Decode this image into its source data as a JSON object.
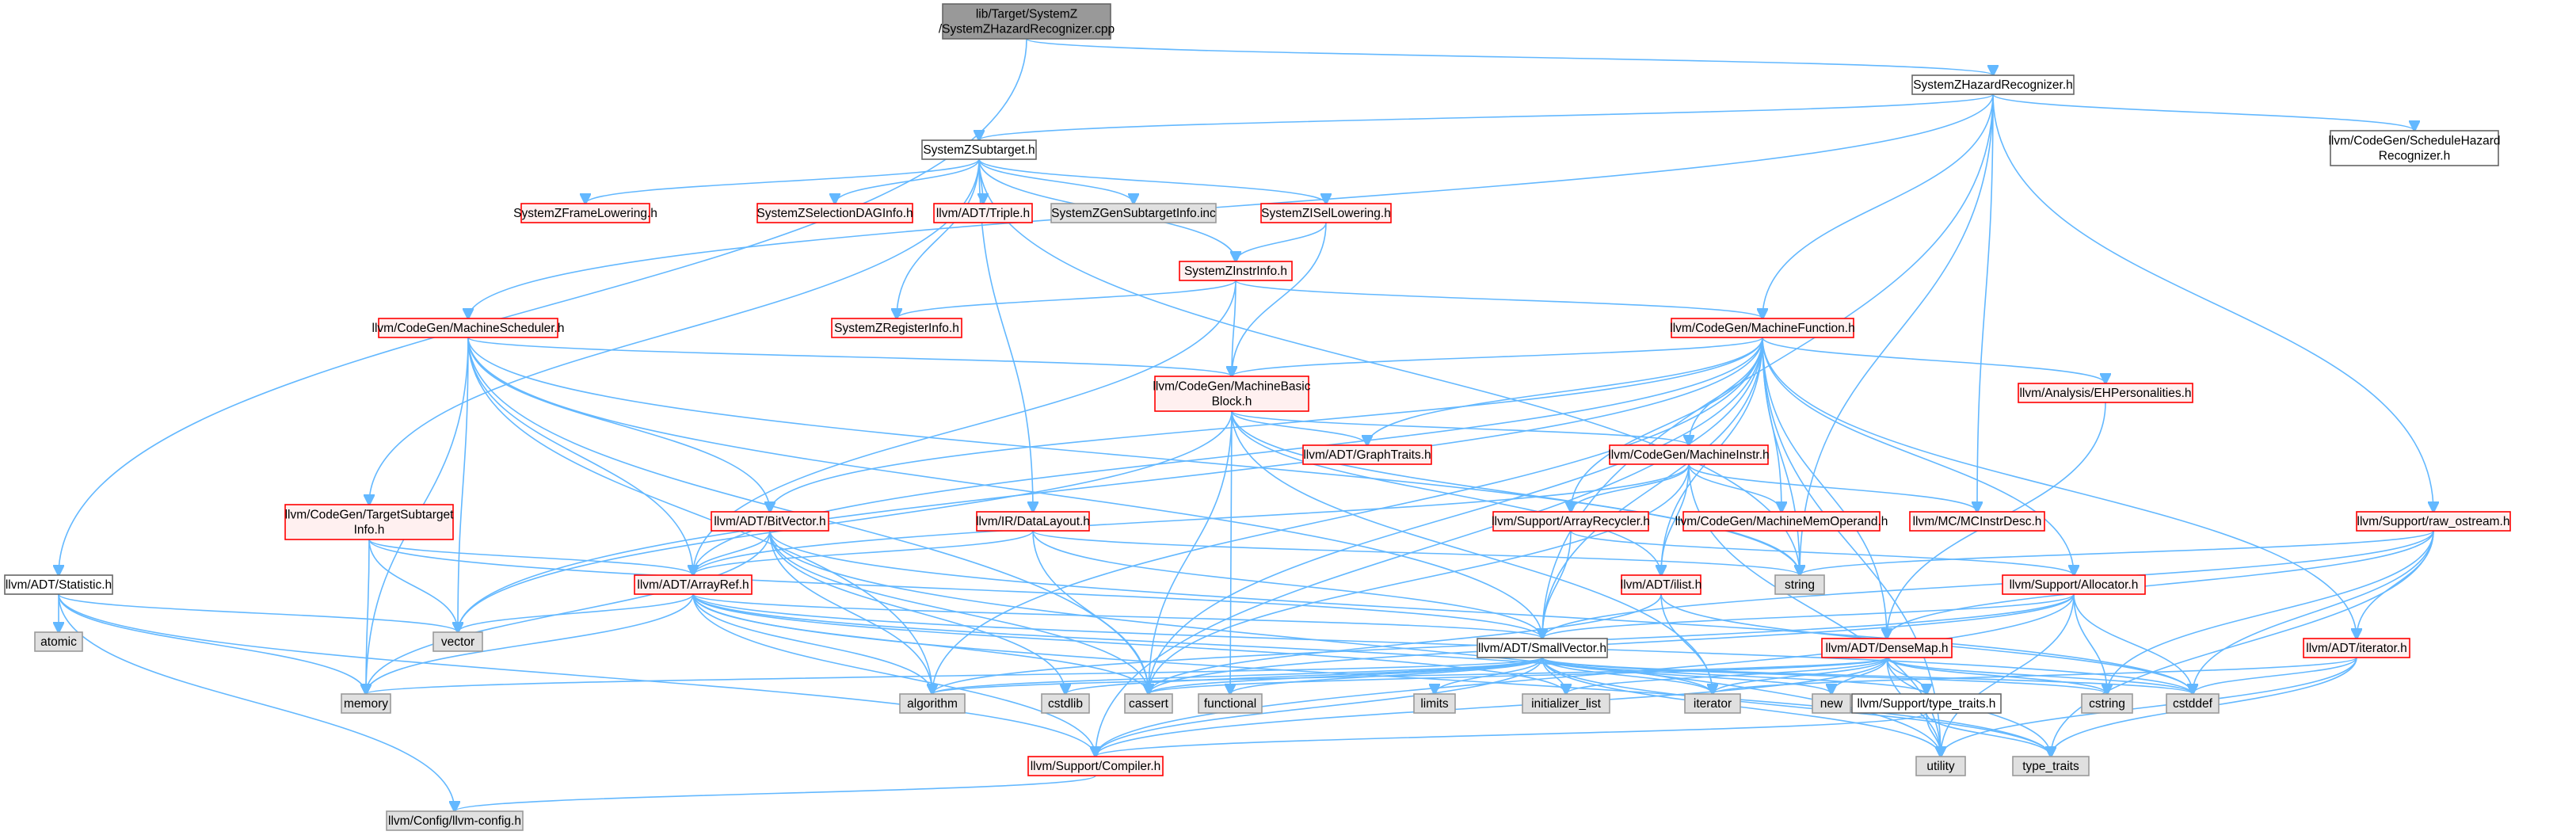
{
  "colors": {
    "edge": "#63b8ff",
    "root_fill": "#999999",
    "normal_fill": "#ffffff",
    "normal_stroke": "#666666",
    "red_fill": "#fff0f0",
    "red_stroke": "#ff0000",
    "system_fill": "#e0e0e0",
    "system_stroke": "#999999",
    "text": "#000000"
  },
  "nodes": [
    {
      "id": "root",
      "style": "root",
      "lines": [
        "lib/Target/SystemZ",
        "/SystemZHazardRecognizer.cpp"
      ]
    },
    {
      "id": "hazard_h",
      "style": "normal",
      "lines": [
        "SystemZHazardRecognizer.h"
      ]
    },
    {
      "id": "statistic",
      "style": "normal",
      "lines": [
        "llvm/ADT/Statistic.h"
      ]
    },
    {
      "id": "subtarget",
      "style": "normal",
      "lines": [
        "SystemZSubtarget.h"
      ]
    },
    {
      "id": "sched_hazard",
      "style": "normal",
      "lines": [
        "llvm/CodeGen/ScheduleHazard",
        "Recognizer.h"
      ]
    },
    {
      "id": "framelowering",
      "style": "red",
      "lines": [
        "SystemZFrameLowering.h"
      ]
    },
    {
      "id": "seldag",
      "style": "red",
      "lines": [
        "SystemZSelectionDAGInfo.h"
      ]
    },
    {
      "id": "triple",
      "style": "red",
      "lines": [
        "llvm/ADT/Triple.h"
      ]
    },
    {
      "id": "gensubtarget",
      "style": "system",
      "lines": [
        "SystemZGenSubtargetInfo.inc"
      ]
    },
    {
      "id": "isellowering",
      "style": "red",
      "lines": [
        "SystemZISelLowering.h"
      ]
    },
    {
      "id": "instrinfo",
      "style": "red",
      "lines": [
        "SystemZInstrInfo.h"
      ]
    },
    {
      "id": "registerinfo",
      "style": "red",
      "lines": [
        "SystemZRegisterInfo.h"
      ]
    },
    {
      "id": "machinesched",
      "style": "red",
      "lines": [
        "llvm/CodeGen/MachineScheduler.h"
      ]
    },
    {
      "id": "machinefunc",
      "style": "red",
      "lines": [
        "llvm/CodeGen/MachineFunction.h"
      ]
    },
    {
      "id": "mbb",
      "style": "red",
      "lines": [
        "llvm/CodeGen/MachineBasic",
        "Block.h"
      ]
    },
    {
      "id": "ehpers",
      "style": "red",
      "lines": [
        "llvm/Analysis/EHPersonalities.h"
      ]
    },
    {
      "id": "graphtraits",
      "style": "red",
      "lines": [
        "llvm/ADT/GraphTraits.h"
      ]
    },
    {
      "id": "machineinstr",
      "style": "red",
      "lines": [
        "llvm/CodeGen/MachineInstr.h"
      ]
    },
    {
      "id": "tsi",
      "style": "red",
      "lines": [
        "llvm/CodeGen/TargetSubtarget",
        "Info.h"
      ]
    },
    {
      "id": "bitvector",
      "style": "red",
      "lines": [
        "llvm/ADT/BitVector.h"
      ]
    },
    {
      "id": "datalayout",
      "style": "red",
      "lines": [
        "llvm/IR/DataLayout.h"
      ]
    },
    {
      "id": "arrayrecycler",
      "style": "red",
      "lines": [
        "llvm/Support/ArrayRecycler.h"
      ]
    },
    {
      "id": "memoperand",
      "style": "red",
      "lines": [
        "llvm/CodeGen/MachineMemOperand.h"
      ]
    },
    {
      "id": "mcinstrdesc",
      "style": "red",
      "lines": [
        "llvm/MC/MCInstrDesc.h"
      ]
    },
    {
      "id": "raw_ostream",
      "style": "red",
      "lines": [
        "llvm/Support/raw_ostream.h"
      ]
    },
    {
      "id": "arrayref",
      "style": "red",
      "lines": [
        "llvm/ADT/ArrayRef.h"
      ]
    },
    {
      "id": "ilist",
      "style": "red",
      "lines": [
        "llvm/ADT/ilist.h"
      ]
    },
    {
      "id": "string",
      "style": "system",
      "lines": [
        "string"
      ]
    },
    {
      "id": "allocator",
      "style": "red",
      "lines": [
        "llvm/Support/Allocator.h"
      ]
    },
    {
      "id": "atomic",
      "style": "system",
      "lines": [
        "atomic"
      ]
    },
    {
      "id": "vector",
      "style": "system",
      "lines": [
        "vector"
      ]
    },
    {
      "id": "smallvector",
      "style": "normal",
      "lines": [
        "llvm/ADT/SmallVector.h"
      ]
    },
    {
      "id": "densemap",
      "style": "red",
      "lines": [
        "llvm/ADT/DenseMap.h"
      ]
    },
    {
      "id": "iterator_h",
      "style": "red",
      "lines": [
        "llvm/ADT/iterator.h"
      ]
    },
    {
      "id": "memory",
      "style": "system",
      "lines": [
        "memory"
      ]
    },
    {
      "id": "algorithm",
      "style": "system",
      "lines": [
        "algorithm"
      ]
    },
    {
      "id": "cstdlib",
      "style": "system",
      "lines": [
        "cstdlib"
      ]
    },
    {
      "id": "cassert",
      "style": "system",
      "lines": [
        "cassert"
      ]
    },
    {
      "id": "functional",
      "style": "system",
      "lines": [
        "functional"
      ]
    },
    {
      "id": "limits",
      "style": "system",
      "lines": [
        "limits"
      ]
    },
    {
      "id": "init_list",
      "style": "system",
      "lines": [
        "initializer_list"
      ]
    },
    {
      "id": "iterator",
      "style": "system",
      "lines": [
        "iterator"
      ]
    },
    {
      "id": "new",
      "style": "system",
      "lines": [
        "new"
      ]
    },
    {
      "id": "type_traits_h",
      "style": "normal",
      "lines": [
        "llvm/Support/type_traits.h"
      ]
    },
    {
      "id": "cstring",
      "style": "system",
      "lines": [
        "cstring"
      ]
    },
    {
      "id": "cstddef",
      "style": "system",
      "lines": [
        "cstddef"
      ]
    },
    {
      "id": "compiler",
      "style": "red",
      "lines": [
        "llvm/Support/Compiler.h"
      ]
    },
    {
      "id": "utility",
      "style": "system",
      "lines": [
        "utility"
      ]
    },
    {
      "id": "type_traits",
      "style": "system",
      "lines": [
        "type_traits"
      ]
    },
    {
      "id": "llvm_config",
      "style": "system",
      "lines": [
        "llvm/Config/llvm-config.h"
      ]
    }
  ],
  "edges": [
    [
      "root",
      "hazard_h"
    ],
    [
      "root",
      "statistic"
    ],
    [
      "hazard_h",
      "subtarget"
    ],
    [
      "hazard_h",
      "sched_hazard"
    ],
    [
      "hazard_h",
      "machinesched"
    ],
    [
      "hazard_h",
      "machinefunc"
    ],
    [
      "hazard_h",
      "mcinstrdesc"
    ],
    [
      "hazard_h",
      "raw_ostream"
    ],
    [
      "hazard_h",
      "string"
    ],
    [
      "hazard_h",
      "smallvector"
    ],
    [
      "statistic",
      "atomic"
    ],
    [
      "statistic",
      "vector"
    ],
    [
      "statistic",
      "memory"
    ],
    [
      "statistic",
      "compiler"
    ],
    [
      "statistic",
      "llvm_config"
    ],
    [
      "subtarget",
      "framelowering"
    ],
    [
      "subtarget",
      "seldag"
    ],
    [
      "subtarget",
      "triple"
    ],
    [
      "subtarget",
      "gensubtarget"
    ],
    [
      "subtarget",
      "isellowering"
    ],
    [
      "subtarget",
      "instrinfo"
    ],
    [
      "subtarget",
      "registerinfo"
    ],
    [
      "subtarget",
      "tsi"
    ],
    [
      "subtarget",
      "datalayout"
    ],
    [
      "subtarget",
      "string"
    ],
    [
      "isellowering",
      "instrinfo"
    ],
    [
      "isellowering",
      "mbb"
    ],
    [
      "instrinfo",
      "registerinfo"
    ],
    [
      "instrinfo",
      "machinefunc"
    ],
    [
      "instrinfo",
      "mbb"
    ],
    [
      "instrinfo",
      "arrayref"
    ],
    [
      "machinesched",
      "mbb"
    ],
    [
      "machinesched",
      "arrayref"
    ],
    [
      "machinesched",
      "bitvector"
    ],
    [
      "machinesched",
      "smallvector"
    ],
    [
      "machinesched",
      "vector"
    ],
    [
      "machinesched",
      "memory"
    ],
    [
      "machinesched",
      "cassert"
    ],
    [
      "machinesched",
      "algorithm"
    ],
    [
      "machinesched",
      "string"
    ],
    [
      "machinefunc",
      "mbb"
    ],
    [
      "machinefunc",
      "ehpers"
    ],
    [
      "machinefunc",
      "graphtraits"
    ],
    [
      "machinefunc",
      "machineinstr"
    ],
    [
      "machinefunc",
      "bitvector"
    ],
    [
      "machinefunc",
      "arrayrecycler"
    ],
    [
      "machinefunc",
      "memoperand"
    ],
    [
      "machinefunc",
      "ilist"
    ],
    [
      "machinefunc",
      "allocator"
    ],
    [
      "machinefunc",
      "smallvector"
    ],
    [
      "machinefunc",
      "densemap"
    ],
    [
      "machinefunc",
      "iterator_h"
    ],
    [
      "machinefunc",
      "compiler"
    ],
    [
      "machinefunc",
      "vector"
    ],
    [
      "machinefunc",
      "cassert"
    ],
    [
      "machinefunc",
      "algorithm"
    ],
    [
      "machinefunc",
      "utility"
    ],
    [
      "machinefunc",
      "string"
    ],
    [
      "machinefunc",
      "arrayref"
    ],
    [
      "mbb",
      "graphtraits"
    ],
    [
      "mbb",
      "machineinstr"
    ],
    [
      "mbb",
      "ilist"
    ],
    [
      "mbb",
      "vector"
    ],
    [
      "mbb",
      "cassert"
    ],
    [
      "mbb",
      "functional"
    ],
    [
      "mbb",
      "iterator"
    ],
    [
      "mbb",
      "string"
    ],
    [
      "ehpers",
      "densemap"
    ],
    [
      "machineinstr",
      "arrayrecycler"
    ],
    [
      "machineinstr",
      "memoperand"
    ],
    [
      "machineinstr",
      "mcinstrdesc"
    ],
    [
      "machineinstr",
      "ilist"
    ],
    [
      "machineinstr",
      "cassert"
    ],
    [
      "machineinstr",
      "utility"
    ],
    [
      "machineinstr",
      "arrayref"
    ],
    [
      "tsi",
      "arrayref"
    ],
    [
      "tsi",
      "smallvector"
    ],
    [
      "tsi",
      "vector"
    ],
    [
      "tsi",
      "memory"
    ],
    [
      "bitvector",
      "arrayref"
    ],
    [
      "bitvector",
      "algorithm"
    ],
    [
      "bitvector",
      "cassert"
    ],
    [
      "bitvector",
      "cstdlib"
    ],
    [
      "bitvector",
      "utility"
    ],
    [
      "bitvector",
      "memory"
    ],
    [
      "bitvector",
      "cstddef"
    ],
    [
      "datalayout",
      "arrayref"
    ],
    [
      "datalayout",
      "smallvector"
    ],
    [
      "datalayout",
      "string"
    ],
    [
      "datalayout",
      "cassert"
    ],
    [
      "arrayrecycler",
      "smallvector"
    ],
    [
      "arrayrecycler",
      "allocator"
    ],
    [
      "raw_ostream",
      "string"
    ],
    [
      "raw_ostream",
      "smallvector"
    ],
    [
      "raw_ostream",
      "cstddef"
    ],
    [
      "raw_ostream",
      "cstring"
    ],
    [
      "raw_ostream",
      "type_traits"
    ],
    [
      "raw_ostream",
      "iterator_h"
    ],
    [
      "raw_ostream",
      "densemap"
    ],
    [
      "arrayref",
      "vector"
    ],
    [
      "arrayref",
      "smallvector"
    ],
    [
      "arrayref",
      "memory"
    ],
    [
      "arrayref",
      "algorithm"
    ],
    [
      "arrayref",
      "cassert"
    ],
    [
      "arrayref",
      "cstddef"
    ],
    [
      "arrayref",
      "init_list"
    ],
    [
      "arrayref",
      "iterator"
    ],
    [
      "arrayref",
      "type_traits"
    ],
    [
      "arrayref",
      "compiler"
    ],
    [
      "ilist",
      "iterator"
    ],
    [
      "ilist",
      "cassert"
    ],
    [
      "ilist",
      "cstddef"
    ],
    [
      "allocator",
      "smallvector"
    ],
    [
      "allocator",
      "compiler"
    ],
    [
      "allocator",
      "algorithm"
    ],
    [
      "allocator",
      "cassert"
    ],
    [
      "allocator",
      "cstddef"
    ],
    [
      "allocator",
      "cstring"
    ],
    [
      "allocator",
      "utility"
    ],
    [
      "smallvector",
      "compiler"
    ],
    [
      "smallvector",
      "type_traits_h"
    ],
    [
      "smallvector",
      "algorithm"
    ],
    [
      "smallvector",
      "cassert"
    ],
    [
      "smallvector",
      "cstddef"
    ],
    [
      "smallvector",
      "cstdlib"
    ],
    [
      "smallvector",
      "cstring"
    ],
    [
      "smallvector",
      "functional"
    ],
    [
      "smallvector",
      "init_list"
    ],
    [
      "smallvector",
      "iterator"
    ],
    [
      "smallvector",
      "limits"
    ],
    [
      "smallvector",
      "memory"
    ],
    [
      "smallvector",
      "new"
    ],
    [
      "smallvector",
      "type_traits"
    ],
    [
      "smallvector",
      "utility"
    ],
    [
      "densemap",
      "compiler"
    ],
    [
      "densemap",
      "type_traits_h"
    ],
    [
      "densemap",
      "algorithm"
    ],
    [
      "densemap",
      "cassert"
    ],
    [
      "densemap",
      "cstddef"
    ],
    [
      "densemap",
      "init_list"
    ],
    [
      "densemap",
      "iterator"
    ],
    [
      "densemap",
      "new"
    ],
    [
      "densemap",
      "type_traits"
    ],
    [
      "densemap",
      "utility"
    ],
    [
      "densemap",
      "cstring"
    ],
    [
      "iterator_h",
      "cstddef"
    ],
    [
      "iterator_h",
      "iterator"
    ],
    [
      "iterator_h",
      "type_traits"
    ],
    [
      "iterator_h",
      "utility"
    ],
    [
      "type_traits_h",
      "compiler"
    ],
    [
      "type_traits_h",
      "type_traits"
    ],
    [
      "type_traits_h",
      "utility"
    ],
    [
      "compiler",
      "llvm_config"
    ]
  ]
}
